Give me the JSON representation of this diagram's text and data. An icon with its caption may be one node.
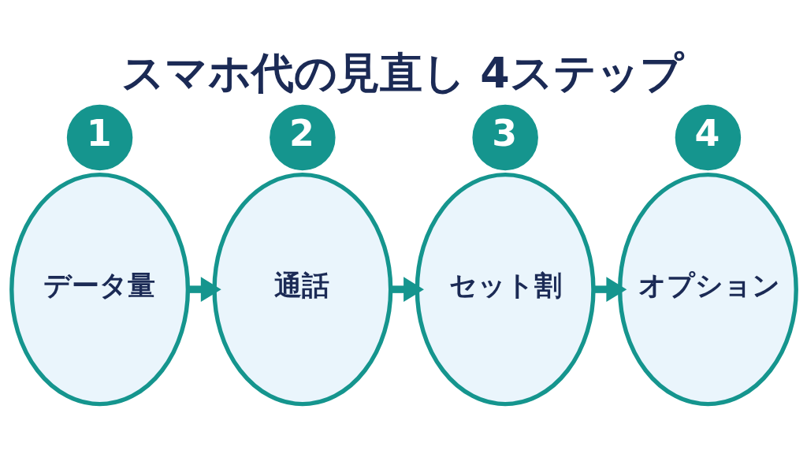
{
  "diagram": {
    "title": "スマホ代の見直し 4ステップ",
    "nodes": [
      {
        "text": [
          "1"
        ]
      },
      {
        "text": [
          "データ量"
        ]
      },
      {
        "text": [
          "2"
        ]
      },
      {
        "text": [
          "通話"
        ]
      },
      {
        "text": [
          "3"
        ]
      },
      {
        "text": [
          "セット割"
        ]
      },
      {
        "text": [
          "4"
        ]
      },
      {
        "text": [
          "オプション"
        ]
      }
    ],
    "edges": [
      {
        "from": 1,
        "to": 3,
        "arrow": "to"
      },
      {
        "from": 3,
        "to": 5,
        "arrow": "to"
      },
      {
        "from": 5,
        "to": 7,
        "arrow": "to"
      }
    ]
  }
}
